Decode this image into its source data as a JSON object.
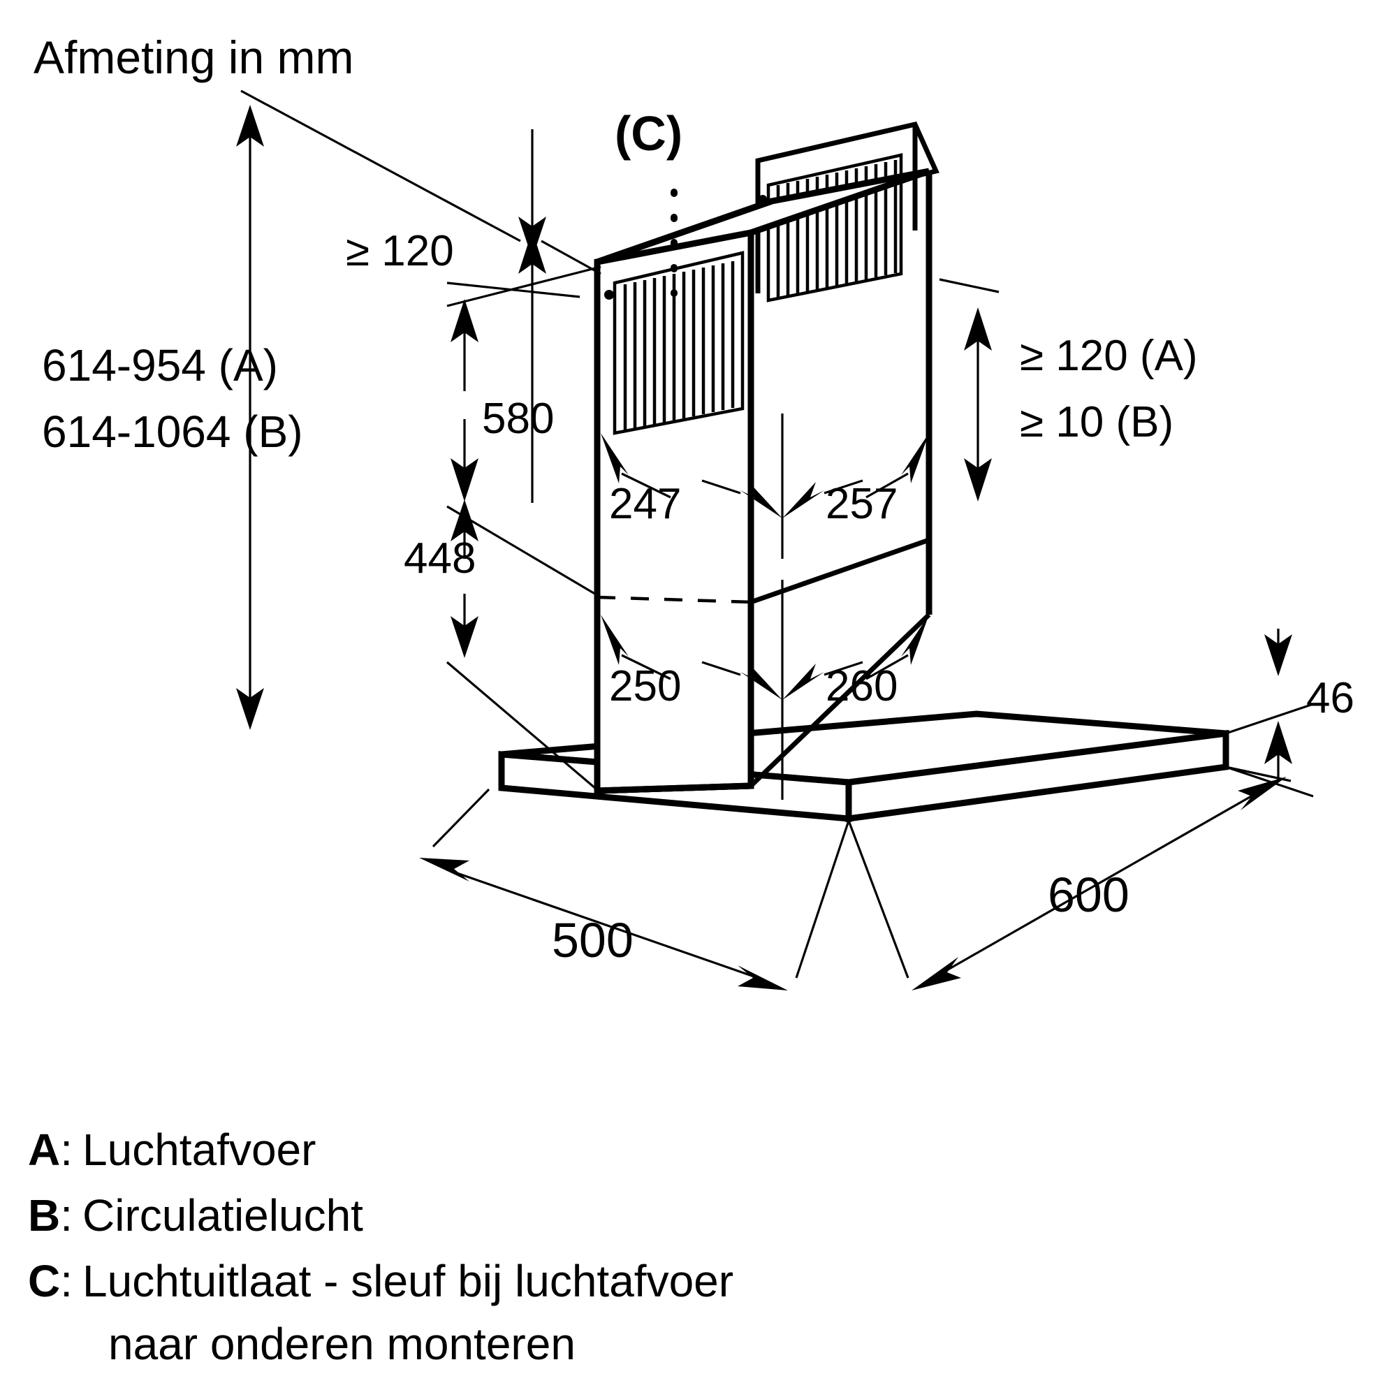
{
  "header": {
    "title": "Afmeting in mm"
  },
  "dimensions": {
    "height_range_a": "614-954 (A)",
    "height_range_b": "614-1064 (B)",
    "min_top_clearance": "≥ 120",
    "chimney_upper": "580",
    "chimney_lower": "448",
    "depth_left_upper": "247",
    "depth_right_upper": "257",
    "depth_left_lower": "250",
    "depth_right_lower": "260",
    "rear_clearance_a": "≥ 120 (A)",
    "rear_clearance_b": "≥ 10 (B)",
    "canopy_thickness": "46",
    "canopy_width": "600",
    "canopy_depth": "500",
    "outlet_marker": "(C)"
  },
  "legend": {
    "items": [
      {
        "key": "A",
        "sep": ":",
        "text": "Luchtafvoer"
      },
      {
        "key": "B",
        "sep": ":",
        "text": "Circulatielucht"
      },
      {
        "key": "C",
        "sep": ":",
        "text": "Luchtuitlaat - sleuf bij luchtafvoer"
      }
    ],
    "continuation": "naar onderen monteren"
  },
  "colors": {
    "line": "#000000",
    "background": "#ffffff"
  },
  "chart_data": {
    "type": "diagram",
    "title": "Afmeting in mm",
    "subject": "wall-mounted cooker hood installation dimensions",
    "units": "mm",
    "labels": [
      {
        "name": "min-distance-to-hob",
        "value": "≥ 120"
      },
      {
        "name": "mounting-height-exhaust",
        "value": "614-954",
        "variant": "A"
      },
      {
        "name": "mounting-height-recirculation",
        "value": "614-1064",
        "variant": "B"
      },
      {
        "name": "chimney-upper-section",
        "value": "580"
      },
      {
        "name": "chimney-lower-section",
        "value": "448"
      },
      {
        "name": "chimney-depth-upper-left",
        "value": "247"
      },
      {
        "name": "chimney-depth-upper-right",
        "value": "257"
      },
      {
        "name": "chimney-depth-lower-left",
        "value": "250"
      },
      {
        "name": "chimney-depth-lower-right",
        "value": "260"
      },
      {
        "name": "wall-clearance-exhaust",
        "value": "≥ 120",
        "variant": "A"
      },
      {
        "name": "wall-clearance-recirculation",
        "value": "≥ 10",
        "variant": "B"
      },
      {
        "name": "canopy-thickness",
        "value": "46"
      },
      {
        "name": "canopy-width",
        "value": "600"
      },
      {
        "name": "canopy-depth",
        "value": "500"
      },
      {
        "name": "air-outlet-slot",
        "value": "(C)"
      }
    ]
  }
}
